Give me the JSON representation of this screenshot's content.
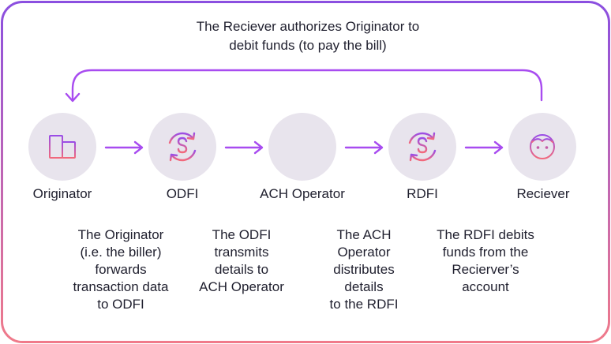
{
  "colors": {
    "border_top": "#8b4fe0",
    "border_bottom": "#f07a8a",
    "arrow": "#a84cf0",
    "node_fill": "#e8e4ed",
    "icon_top": "#9a4de6",
    "icon_bottom": "#f2697c"
  },
  "top_caption": {
    "line1": "The Reciever authorizes Originator to",
    "line2": "debit funds (to pay the bill)"
  },
  "nodes": [
    {
      "icon": "building-icon",
      "label": "Originator",
      "desc": [
        "The Originator",
        "(i.e. the biller)",
        "forwards",
        "transaction data",
        "to ODFI"
      ]
    },
    {
      "icon": "dollar-exchange-icon",
      "label": "ODFI",
      "desc": [
        "The ODFI",
        "transmits",
        "details to",
        "ACH Operator"
      ]
    },
    {
      "icon": "bank-icon",
      "label": "ACH Operator",
      "desc": [
        "The ACH",
        "Operator",
        "distributes",
        "details",
        "to the RDFI"
      ]
    },
    {
      "icon": "dollar-exchange-icon",
      "label": "RDFI",
      "desc": [
        "The RDFI debits",
        "funds from the",
        "Recierver’s",
        "account"
      ]
    },
    {
      "icon": "face-icon",
      "label": "Reciever",
      "desc": []
    }
  ]
}
